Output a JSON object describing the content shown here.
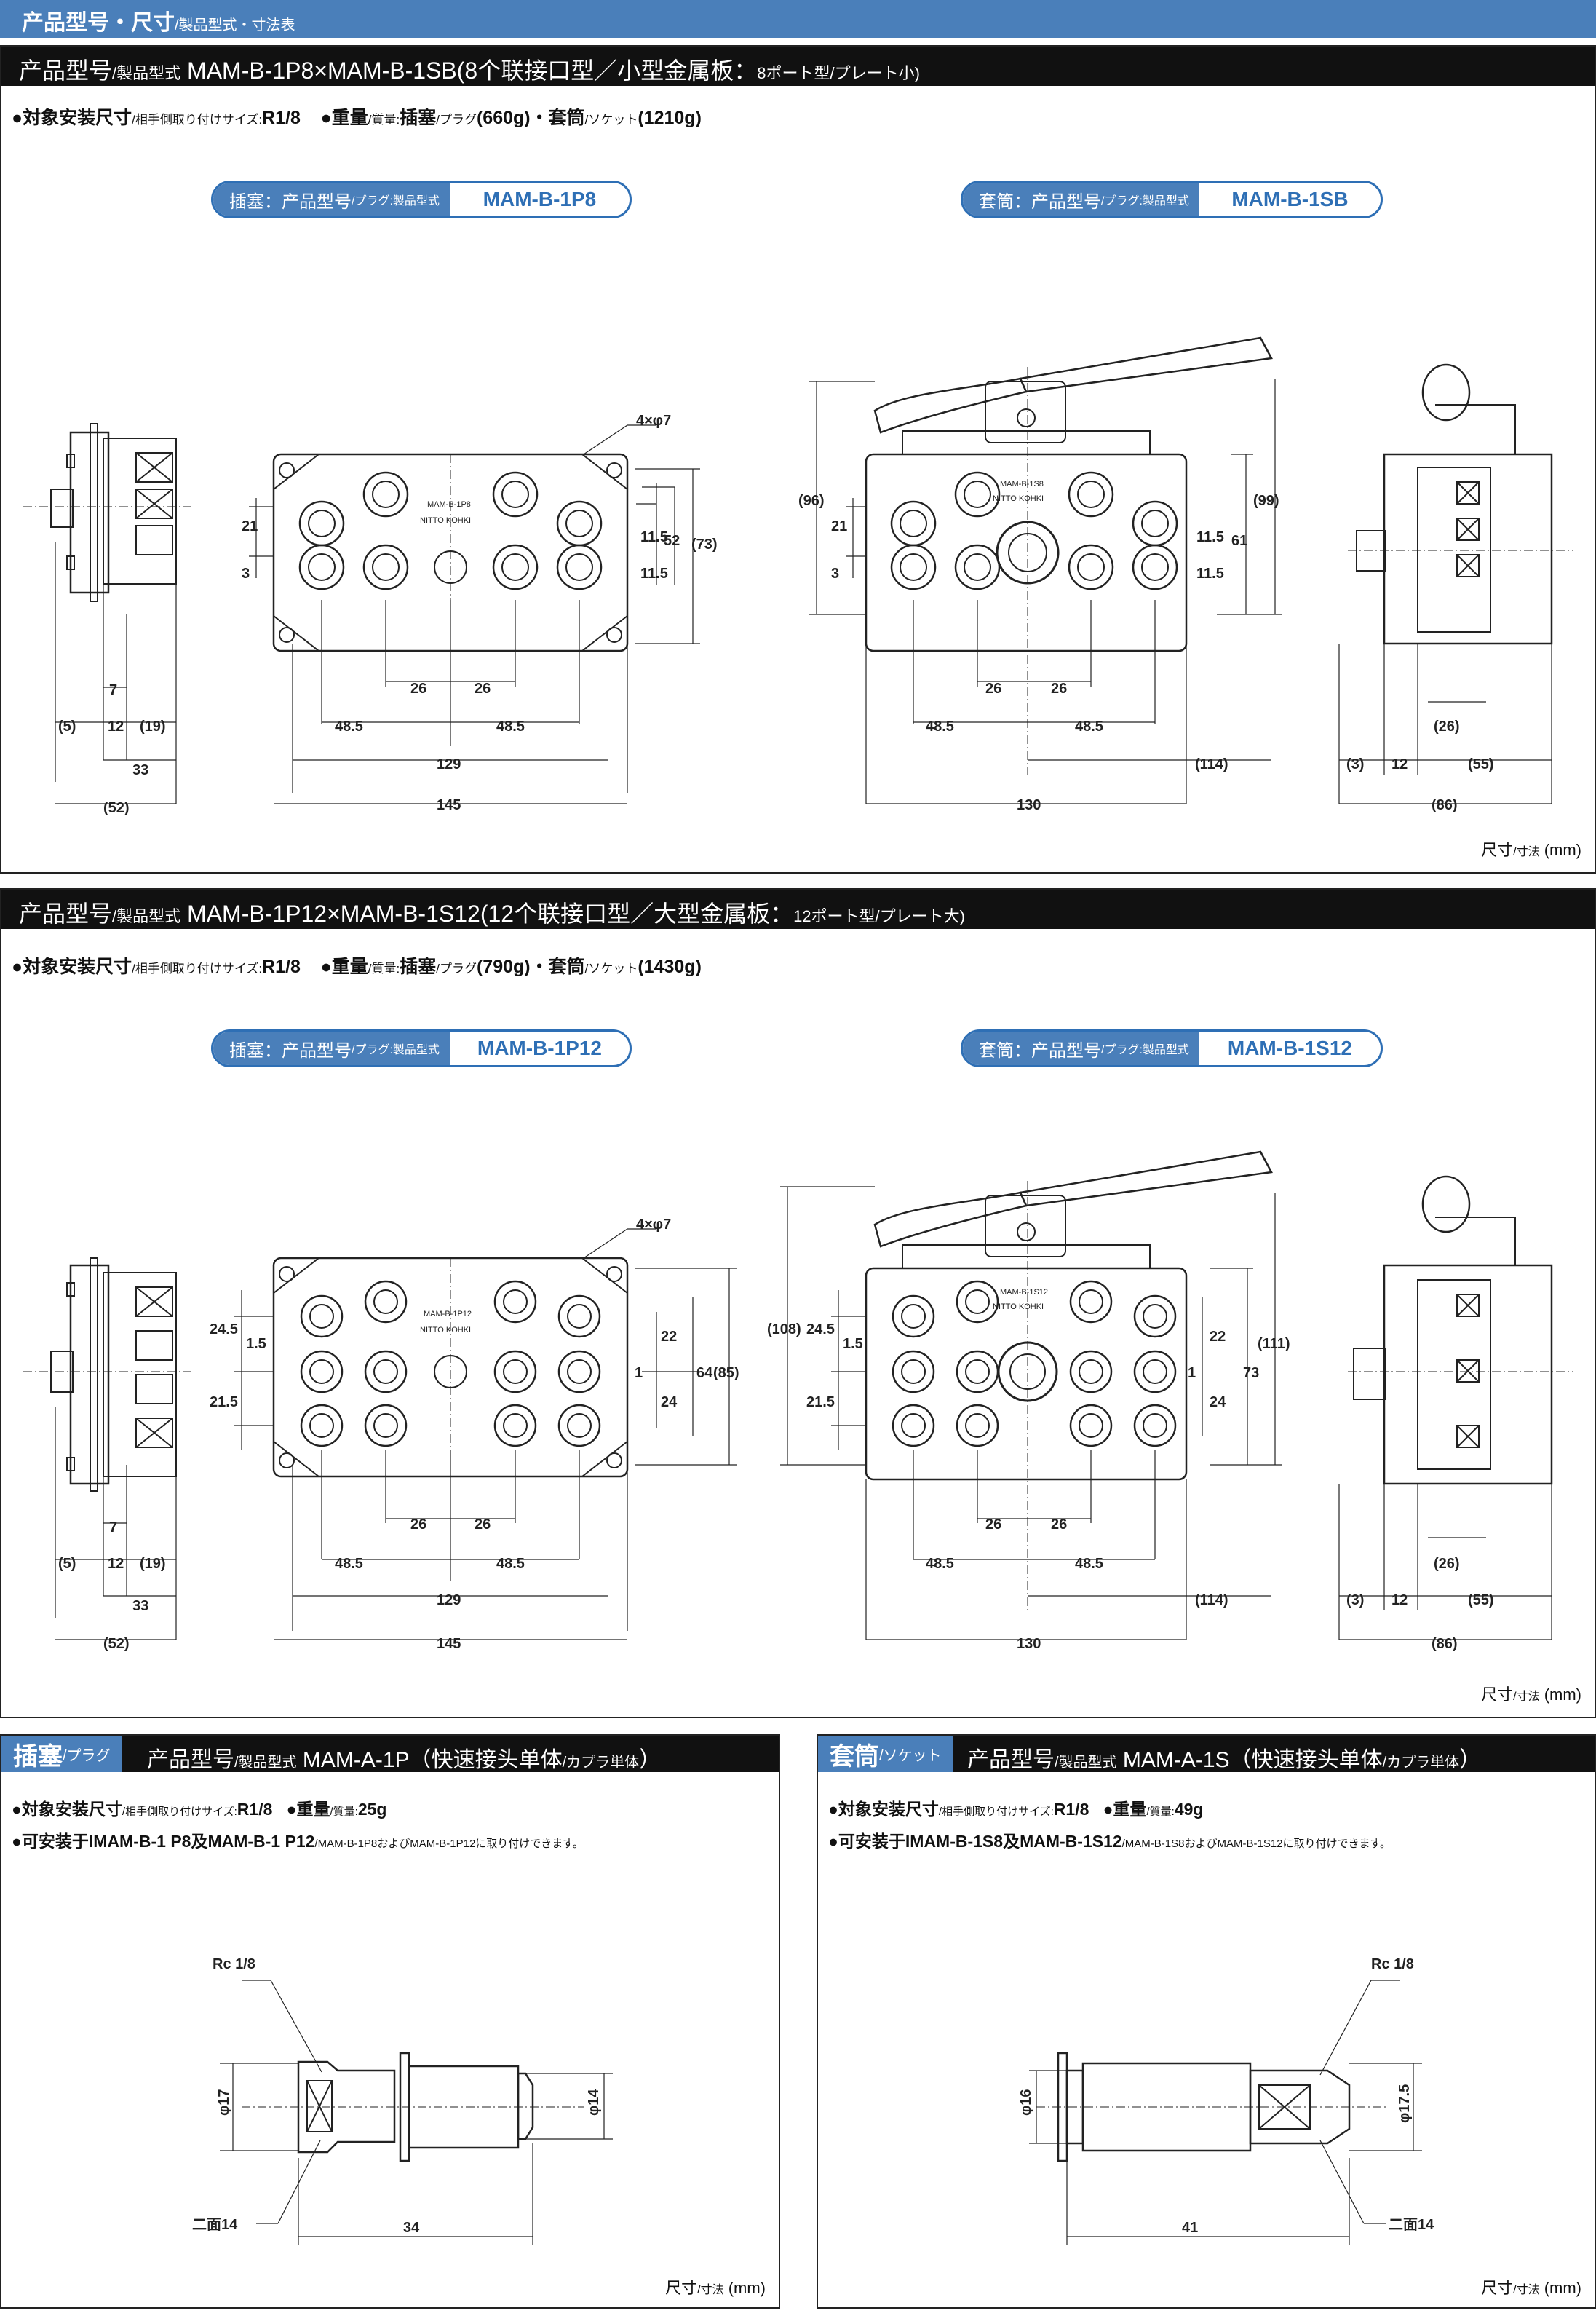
{
  "page_header": {
    "title": "产品型号・尺寸",
    "title_sub": "/製品型式・寸法表"
  },
  "section1": {
    "title_pre": "产品型号",
    "title_pre_sub": "/製品型式",
    "title_model": " MAM-B-1P8×MAM-B-1SB(8个联接口型／小型金属板：",
    "title_jp": "8ポート型/プレート小)",
    "spec": {
      "size_label": "●対象安装尺寸",
      "size_label_sub": "/相手側取り付けサイズ:",
      "size_value": "R1/8",
      "weight_label": "●重量",
      "weight_label_sub": "/質量:",
      "plug_label": "插塞",
      "plug_label_sub": "/プラグ",
      "plug_weight": "(660g)・",
      "socket_label": "套筒",
      "socket_label_sub": "/ソケット",
      "socket_weight": "(1210g)"
    },
    "plug_pill": {
      "label": "插塞：产品型号",
      "label_sub": "/プラグ:製品型式",
      "model": "MAM-B-1P8"
    },
    "socket_pill": {
      "label": "套筒：产品型号",
      "label_sub": "/プラグ:製品型式",
      "model": "MAM-B-1SB"
    },
    "dims_left": [
      "7",
      "(5)",
      "12",
      "(19)",
      "33",
      "(52)"
    ],
    "dims_plate": [
      "4×φ7",
      "21",
      "3",
      "11.5",
      "11.5",
      "52",
      "(73)",
      "26",
      "26",
      "48.5",
      "48.5",
      "129",
      "145"
    ],
    "plate_text": [
      "MAM-B-1P8",
      "NITTO KOHKI"
    ],
    "dims_socket": [
      "(96)",
      "21",
      "3",
      "11.5",
      "11.5",
      "61",
      "(99)",
      "26",
      "26",
      "48.5",
      "48.5",
      "(114)",
      "130"
    ],
    "socket_plate_text": [
      "MAM-B-1S8",
      "NITTO KOHKI"
    ],
    "dims_right": [
      "(3)",
      "12",
      "(26)",
      "(55)",
      "(86)"
    ],
    "unit": "尺寸",
    "unit_sub": "/寸法",
    "unit_mm": " (mm)"
  },
  "section2": {
    "title_pre": "产品型号",
    "title_pre_sub": "/製品型式",
    "title_model": " MAM-B-1P12×MAM-B-1S12(12个联接口型／大型金属板：",
    "title_jp": "12ポート型/プレート大)",
    "spec": {
      "size_label": "●対象安装尺寸",
      "size_label_sub": "/相手側取り付けサイズ:",
      "size_value": "R1/8",
      "weight_label": "●重量",
      "weight_label_sub": "/質量:",
      "plug_label": "插塞",
      "plug_label_sub": "/プラグ",
      "plug_weight": "(790g)・",
      "socket_label": "套筒",
      "socket_label_sub": "/ソケット",
      "socket_weight": "(1430g)"
    },
    "plug_pill": {
      "label": "插塞：产品型号",
      "label_sub": "/プラグ:製品型式",
      "model": "MAM-B-1P12"
    },
    "socket_pill": {
      "label": "套筒：产品型号",
      "label_sub": "/プラグ:製品型式",
      "model": "MAM-B-1S12"
    },
    "dims_left": [
      "7",
      "(5)",
      "12",
      "(19)",
      "33",
      "(52)"
    ],
    "dims_plate": [
      "4×φ7",
      "24.5",
      "1.5",
      "21.5",
      "22",
      "1",
      "24",
      "64",
      "(85)",
      "26",
      "26",
      "48.5",
      "48.5",
      "129",
      "145"
    ],
    "plate_text": [
      "MAM-B-1P12",
      "NITTO KOHKI"
    ],
    "dims_socket": [
      "(108)",
      "24.5",
      "1.5",
      "21.5",
      "22",
      "1",
      "24",
      "73",
      "(111)",
      "26",
      "26",
      "48.5",
      "48.5",
      "(114)",
      "130"
    ],
    "socket_plate_text": [
      "MAM-B-1S12",
      "NITTO KOHKI"
    ],
    "dims_right": [
      "(3)",
      "12",
      "(26)",
      "(55)",
      "(86)"
    ],
    "unit": "尺寸",
    "unit_sub": "/寸法",
    "unit_mm": " (mm)"
  },
  "section3": {
    "tag": "插塞",
    "tag_sub": "/プラグ",
    "title_pre": "产品型号",
    "title_pre_sub": "/製品型式",
    "title_model": " MAM-A-1P（快速接头单体",
    "title_tail_sub": "/カプラ単体",
    "title_end": "）",
    "spec": {
      "size_label": "●対象安装尺寸",
      "size_label_sub": "/相手側取り付けサイズ:",
      "size_value": "R1/8",
      "weight_label": "●重量",
      "weight_label_sub": "/質量:",
      "weight_value": "25g"
    },
    "note": "●可安装于IMAM-B-1 P8及MAM-B-1 P12",
    "note_sub": "/MAM-B-1P8およびMAM-B-1P12に取り付けできます。",
    "dims": [
      "Rc 1/8",
      "φ17",
      "φ14",
      "二面14",
      "34"
    ],
    "unit": "尺寸",
    "unit_sub": "/寸法",
    "unit_mm": " (mm)"
  },
  "section4": {
    "tag": "套筒",
    "tag_sub": "/ソケット",
    "title_pre": "产品型号",
    "title_pre_sub": "/製品型式",
    "title_model": " MAM-A-1S（快速接头单体",
    "title_tail_sub": "/カプラ単体",
    "title_end": "）",
    "spec": {
      "size_label": "●対象安装尺寸",
      "size_label_sub": "/相手側取り付けサイズ:",
      "size_value": "R1/8",
      "weight_label": "●重量",
      "weight_label_sub": "/質量:",
      "weight_value": "49g"
    },
    "note": "●可安装于IMAM-B-1S8及MAM-B-1S12",
    "note_sub": "/MAM-B-1S8およびMAM-B-1S12に取り付けできます。",
    "dims": [
      "Rc 1/8",
      "φ16",
      "φ17.5",
      "二面14",
      "41"
    ],
    "unit": "尺寸",
    "unit_sub": "/寸法",
    "unit_mm": " (mm)"
  }
}
